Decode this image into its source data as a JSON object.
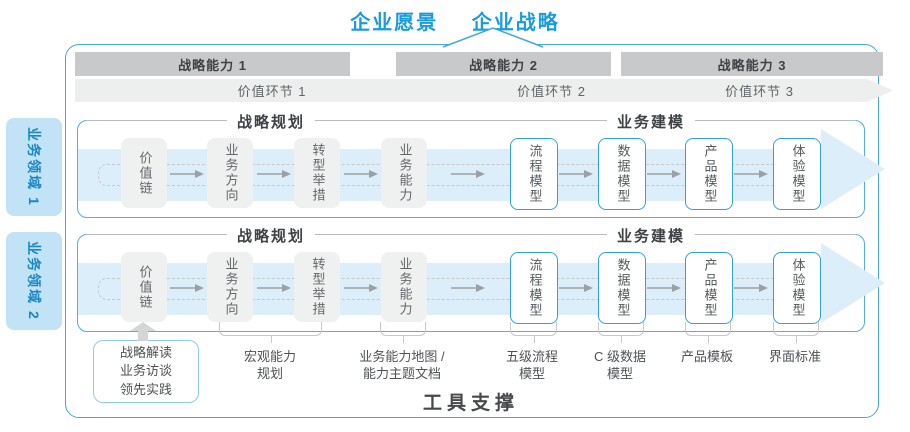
{
  "title": {
    "vision": "企业愿景",
    "strategy": "企业战略"
  },
  "capability_bars": [
    "战略能力 1",
    "战略能力 2",
    "战略能力 3"
  ],
  "value_chevrons": [
    "价值环节 1",
    "价值环节 2",
    "价值环节 3"
  ],
  "domains": [
    "业务领域 1",
    "业务领域 2"
  ],
  "rows": [
    {
      "planning_header": "战略规划",
      "modeling_header": "业务建模",
      "gray_boxes": [
        "价值链",
        "业务方向",
        "转型举措",
        "业务能力"
      ],
      "blue_boxes": [
        "流程模型",
        "数据模型",
        "产品模型",
        "体验模型"
      ]
    },
    {
      "planning_header": "战略规划",
      "modeling_header": "业务建模",
      "gray_boxes": [
        "价值链",
        "业务方向",
        "转型举措",
        "业务能力"
      ],
      "blue_boxes": [
        "流程模型",
        "数据模型",
        "产品模型",
        "体验模型"
      ]
    }
  ],
  "annotations": {
    "practice_box": {
      "lines": [
        "战略解读",
        "业务访谈",
        "领先实践"
      ]
    },
    "labels": [
      {
        "lines": [
          "宏观能力",
          "规划"
        ]
      },
      {
        "lines": [
          "业务能力地图 /",
          "能力主题文档"
        ]
      },
      {
        "lines": [
          "五级流程",
          "模型"
        ]
      },
      {
        "lines": [
          "C 级数据",
          "模型"
        ]
      },
      {
        "lines": [
          "产品模板"
        ]
      },
      {
        "lines": [
          "界面标准"
        ]
      }
    ]
  },
  "footer": {
    "label": "工具支撑"
  },
  "colors": {
    "accent_blue": "#41a9dc",
    "title_blue": "#199cdb",
    "domain_label_bg": "#c2e3f5",
    "domain_label_text": "#1987c6",
    "bar_bg": "#c8c9ca",
    "chevron_bg": "#edeeee",
    "band_blue": "#dceef9",
    "gray_box_bg": "#eff0f0",
    "blue_box_border": "#2ea2db",
    "dark_text": "#3e4244"
  }
}
